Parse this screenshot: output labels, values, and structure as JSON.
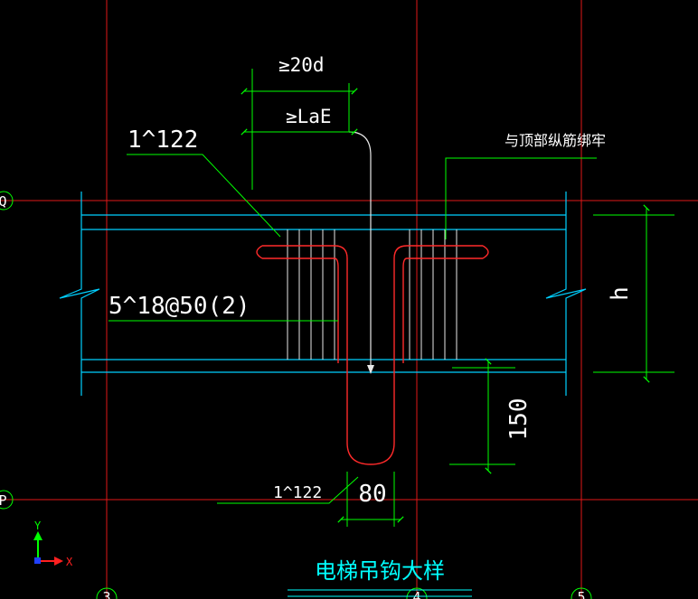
{
  "colors": {
    "background": "#000000",
    "grid": "#e01818",
    "beam": "#00d0ff",
    "bar": "#ff2a2a",
    "stirrup": "#e8e8e8",
    "dimension": "#00ff00",
    "leader": "#00ff00",
    "text": "#ffffff",
    "title": "#00ffff"
  },
  "grid_labels": {
    "row_q": "Q",
    "row_p": "P",
    "col_3": "3",
    "col_4": "4",
    "col_5": "5"
  },
  "annotations": {
    "anchor_20d": "≥20d",
    "anchor_lae": "≥LaE",
    "hanger_bar_top": "1^122",
    "tie_note": "与顶部纵筋绑牢",
    "stirrups": "5^18@50(2)",
    "beam_height": "h",
    "hook_depth": "150",
    "hook_width": "80",
    "hanger_bar_bottom": "1^122"
  },
  "title": "电梯吊钩大样",
  "ucs": {
    "y_label": "Y",
    "x_label": "X"
  }
}
